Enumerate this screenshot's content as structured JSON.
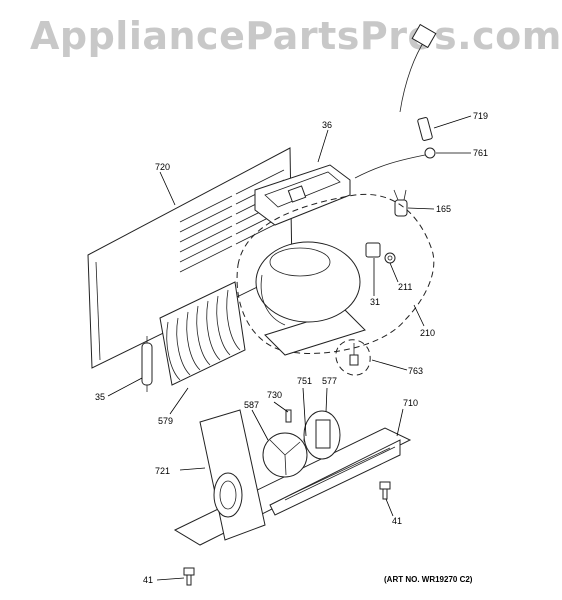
{
  "watermark": "AppliancePartsPros.com",
  "art_number": "(ART NO. WR19270 C2)",
  "callouts": {
    "c36": "36",
    "c720": "720",
    "c719": "719",
    "c761": "761",
    "c165": "165",
    "c31": "31",
    "c211": "211",
    "c210": "210",
    "c763": "763",
    "c35": "35",
    "c579": "579",
    "c730": "730",
    "c751": "751",
    "c577": "577",
    "c587": "587",
    "c710": "710",
    "c721": "721",
    "c41a": "41",
    "c41b": "41"
  }
}
